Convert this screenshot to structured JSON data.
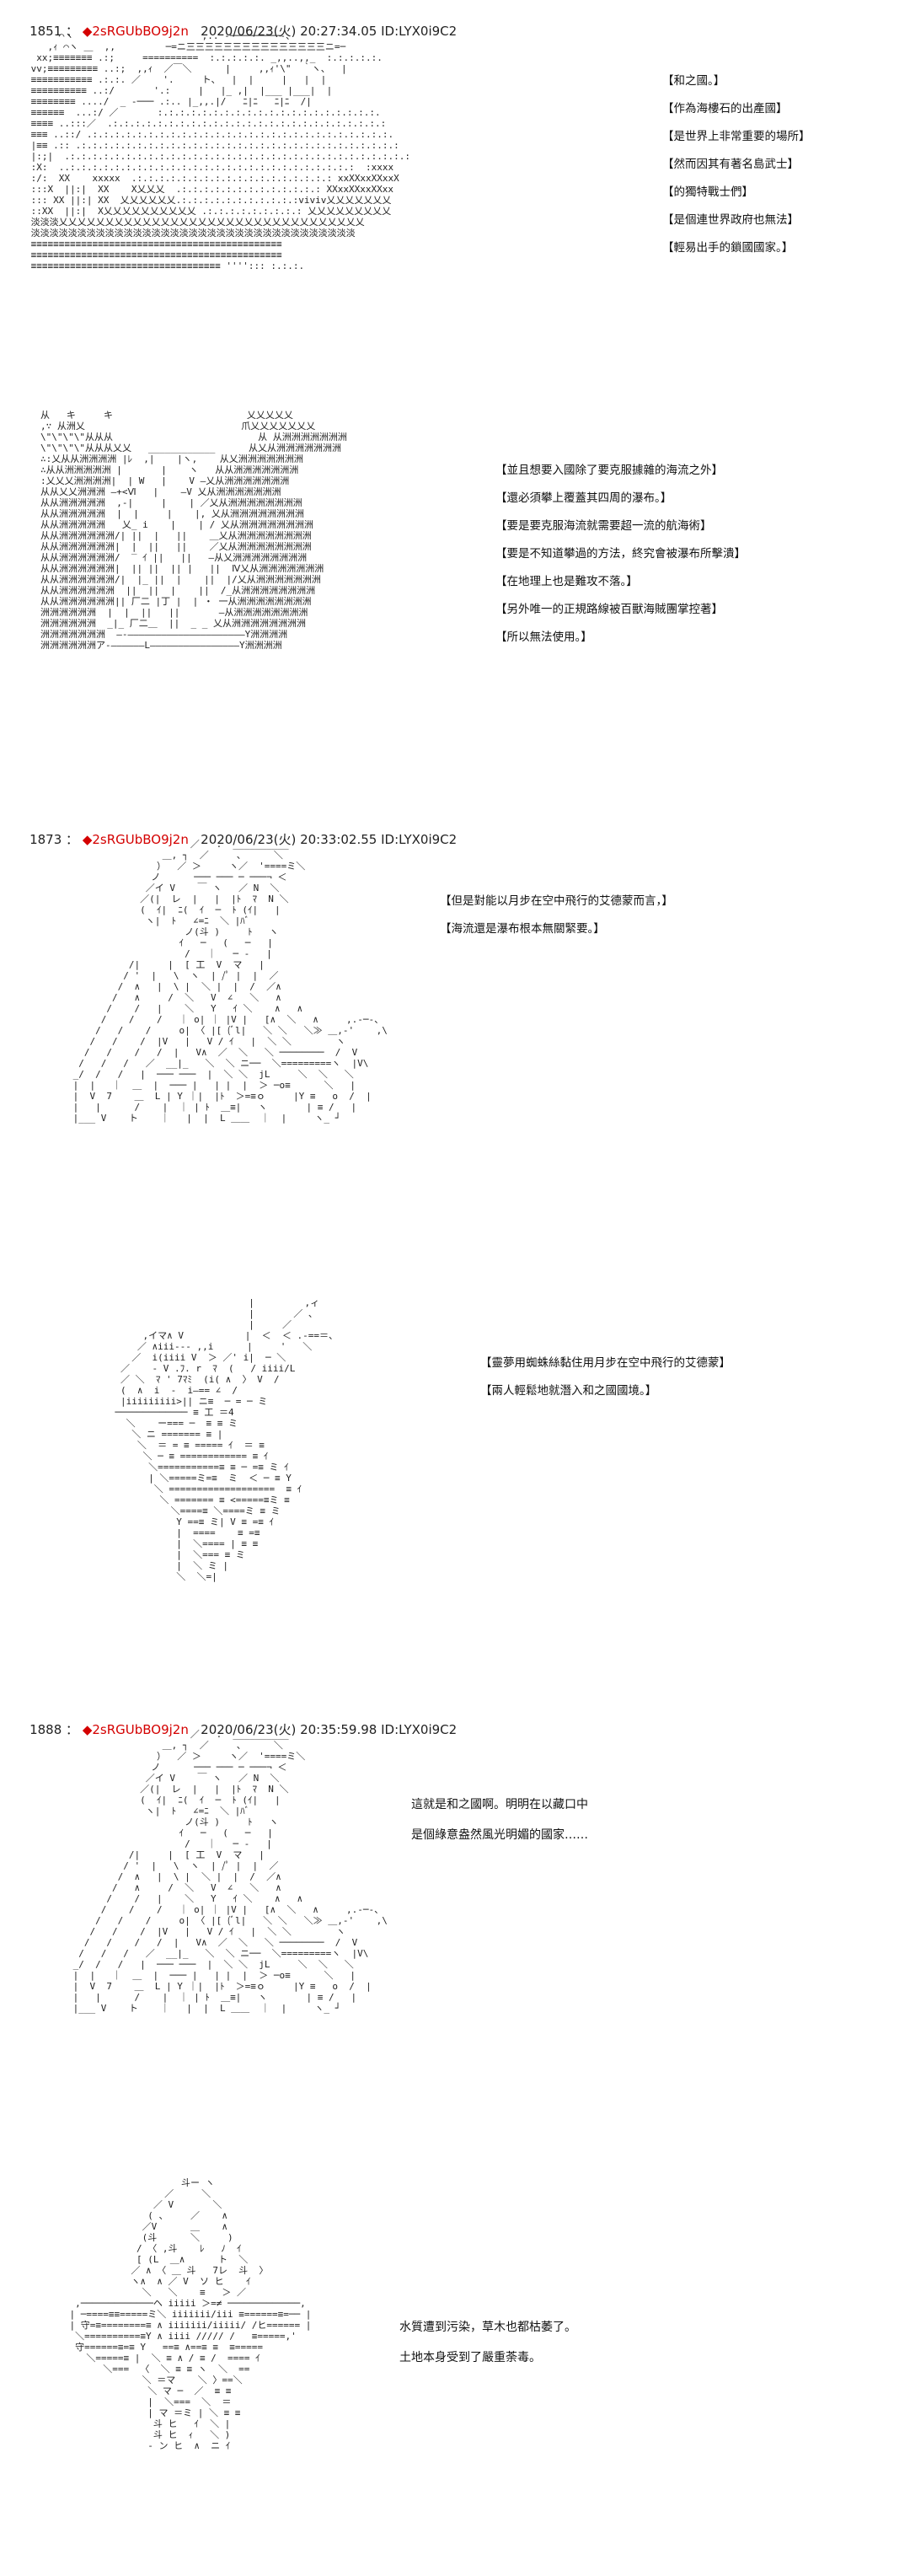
{
  "posts": [
    {
      "number": "1851",
      "separator": " ： ",
      "diamond": "◆",
      "trip": "2sRGUbBO9j2n",
      "datetime": "2020/06/23(火) 20:27:34.05 ID:LYX0i9C2",
      "panels": [
        {
          "captions": [
            "【和之國。】",
            "【作為海樓石的出產國】",
            "【是世界上非常重要的場所】",
            "【然而因其有著名島武士】",
            "【的獨特戰士們】",
            "【是個連世界政府也無法】",
            "【輕易出手的鎖國國家。】"
          ]
        },
        {
          "captions": [
            "【並且想要入國除了要克服據雜的海流之外】",
            "【還必須攀上覆蓋其四周的瀑布。】",
            "【要是要克服海流就需要超一流的航海術】",
            "【要是不知道攀過的方法，終究會被瀑布所擊潰】",
            "【在地理上也是難攻不落。】",
            "【另外唯一的正規路線被百獸海賊團掌控著】",
            "【所以無法使用。】"
          ]
        }
      ]
    },
    {
      "number": "1873",
      "separator": " ： ",
      "diamond": "◆",
      "trip": "2sRGUbBO9j2n",
      "datetime": "2020/06/23(火) 20:33:02.55 ID:LYX0i9C2",
      "panels": [
        {
          "captions": [
            "【但是對能以月步在空中飛行的艾德蒙而言，】",
            "【海流還是瀑布根本無關緊要。】"
          ]
        },
        {
          "captions": [
            "【靈夢用蜘蛛絲黏住用月步在空中飛行的艾德蒙】",
            "【兩人輕鬆地就潛入和之國國境。】"
          ]
        }
      ]
    },
    {
      "number": "1888",
      "separator": " ： ",
      "diamond": "◆",
      "trip": "2sRGUbBO9j2n",
      "datetime": "2020/06/23(火) 20:35:59.98 ID:LYX0i9C2",
      "panels": [
        {
          "captions": [
            "這就是和之國啊。明明在以藏口中",
            "是個綠意盎然風光明媚的國家……"
          ]
        },
        {
          "captions": [
            "水質遭到污染，草木也都枯萎了。",
            "土地本身受到了嚴重荼毒。"
          ]
        }
      ]
    }
  ]
}
